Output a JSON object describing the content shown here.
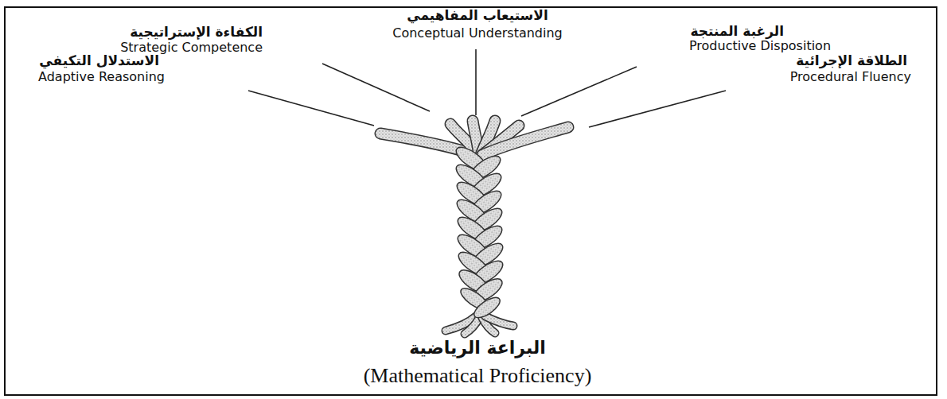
{
  "diagram": {
    "labels": [
      "الكفاءة الإستراتيجية",
      "Strategic Competence",
      "الاستدلال التكيفي",
      "Adaptive Reasoning",
      "الاستيعاب المفاهيمي",
      "Conceptual Understanding",
      "الرغبة المنتجة",
      "Productive Disposition",
      "الطلاقة الإجرائية",
      "Procedural Fluency",
      "البراعة الرياضية",
      "(Mathematical Proficiency)"
    ]
  }
}
